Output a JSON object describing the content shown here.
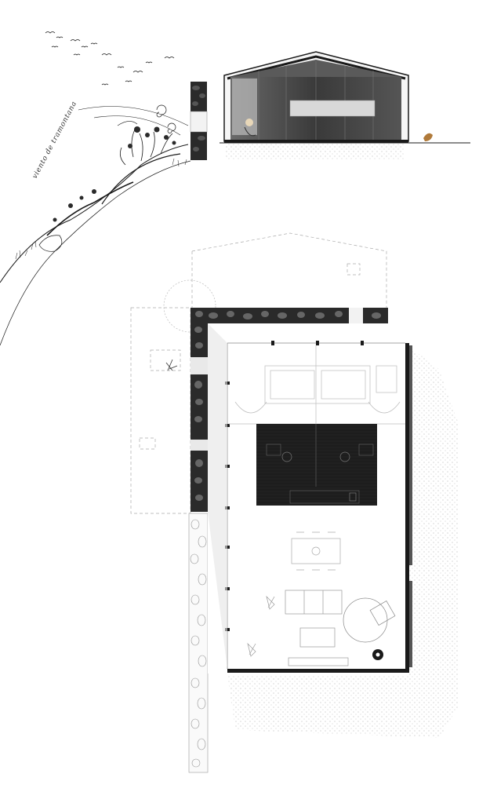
{
  "annotations": {
    "wind_label": "viento de tramontana"
  },
  "colors": {
    "ink": "#1a1a1a",
    "dark_fill": "#222222",
    "stone_dark": "#2a2a2a",
    "glass": "#4a4a4a",
    "wall_stipple": "#9a9a9a",
    "dashed_outline": "#aaaaaa",
    "bird_accent": "#b07a3a"
  },
  "elements": {
    "section_view": "building-section-elevation",
    "plan_view": "floor-plan",
    "landscape": "hillside-vegetation",
    "north_compass": "compass-circle"
  }
}
